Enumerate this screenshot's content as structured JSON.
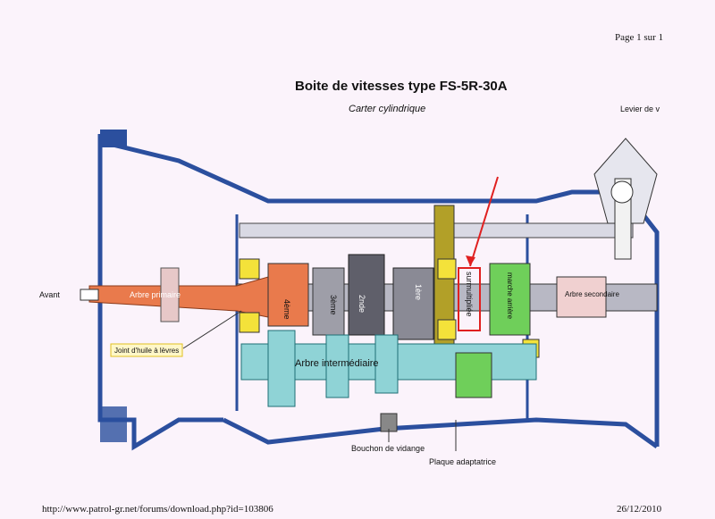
{
  "header": {
    "page": "Page 1 sur 1"
  },
  "title": "Boite de vitesses type FS-5R-30A",
  "subtitle": "Carter cylindrique",
  "labels": {
    "avant": "Avant",
    "arbre_primaire": "Arbre primaire",
    "joint": "Joint d'huile à lèvres",
    "quatrieme": "4ème",
    "troisieme": "3ème",
    "deuxieme": "2nde",
    "premiere": "1ère",
    "surmultipliee": "surmultipliée",
    "marche_arriere": "marche arrière",
    "arbre_secondaire": "Arbre secondaire",
    "arbre_intermediaire": "Arbre intermédiaire",
    "levier": "Levier de v",
    "bouchon": "Bouchon de vidange",
    "plaque": "Plaque adaptatrice"
  },
  "footer": {
    "url": "http://www.patrol-gr.net/forums/download.php?id=103806",
    "date": "26/12/2010"
  },
  "colors": {
    "background": "#fbf3fb",
    "housing": "#2b4f9e",
    "primary_shaft": "#e97a4c",
    "countershaft": "#8fd3d6",
    "green_gear": "#6fcf5a",
    "olive_gear": "#b2a028",
    "yellow_bearing": "#f4e23a",
    "highlight": "#e02020"
  }
}
